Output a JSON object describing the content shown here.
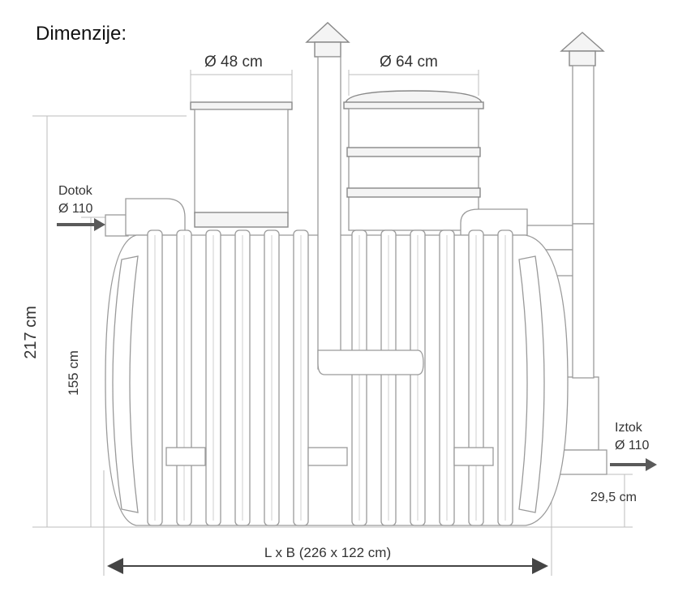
{
  "title": "Dimenzije:",
  "labels": {
    "cover_left": "Ø 48 cm",
    "cover_right": "Ø 64 cm",
    "inlet_name": "Dotok",
    "inlet_diameter": "Ø 110",
    "outlet_name": "Iztok",
    "outlet_diameter": "Ø 110",
    "total_height": "217 cm",
    "tank_height": "155 cm",
    "outlet_height": "29,5 cm",
    "length_width": "L x B (226 x 122 cm)"
  },
  "colors": {
    "arrow": "#5a5a5a",
    "outline": "#9a9a9a",
    "text": "#333333"
  }
}
